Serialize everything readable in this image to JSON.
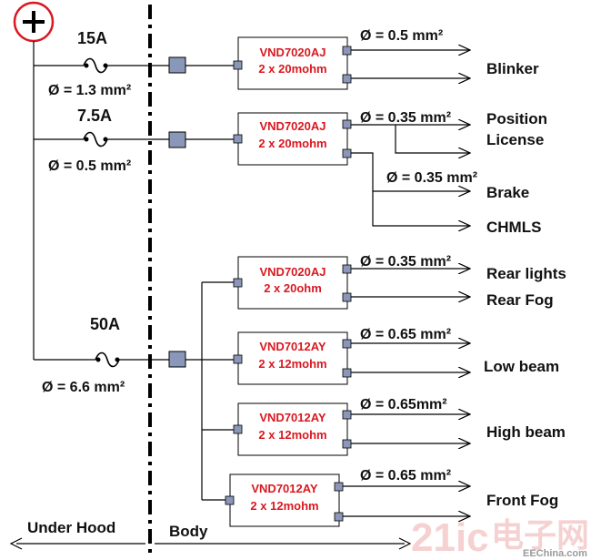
{
  "battery": {
    "symbol": "+"
  },
  "sections": {
    "left": "Under Hood",
    "right": "Body"
  },
  "fuses": [
    {
      "rating": "15A",
      "wire": "Ø = 1.3 mm²"
    },
    {
      "rating": "7.5A",
      "wire": "Ø = 0.5 mm²"
    },
    {
      "rating": "50A",
      "wire": "Ø = 6.6 mm²"
    }
  ],
  "chips": [
    {
      "part": "VND7020AJ",
      "spec": "2 x 20mohm",
      "wire": "Ø = 0.5 mm²"
    },
    {
      "part": "VND7020AJ",
      "spec": "2 x 20mohm",
      "wire": "Ø = 0.35 mm²"
    },
    {
      "part": "VND7020AJ",
      "spec": "2 x 20ohm",
      "wire": "Ø = 0.35 mm²"
    },
    {
      "part": "VND7012AY",
      "spec": "2 x 12mohm",
      "wire": "Ø = 0.65 mm²"
    },
    {
      "part": "VND7012AY",
      "spec": "2 x 12mohm",
      "wire": "Ø = 0.65mm²"
    },
    {
      "part": "VND7012AY",
      "spec": "2 x 12mohm",
      "wire": "Ø = 0.65 mm²"
    }
  ],
  "extra_wire": "Ø = 0.35 mm²",
  "loads": [
    "Blinker",
    "Position",
    "License",
    "Brake",
    "CHMLS",
    "Rear lights",
    "Rear Fog",
    "Low beam",
    "High beam",
    "Front Fog"
  ],
  "watermark": {
    "text_a": "21ic",
    "text_b": "电子网",
    "sub": "EEChina.com"
  },
  "colors": {
    "battery_ring": "#d9181f",
    "chip_text": "#d9181f",
    "connector": "#8a97b8",
    "line": "#000000",
    "watermark": "#f4c9c9"
  }
}
